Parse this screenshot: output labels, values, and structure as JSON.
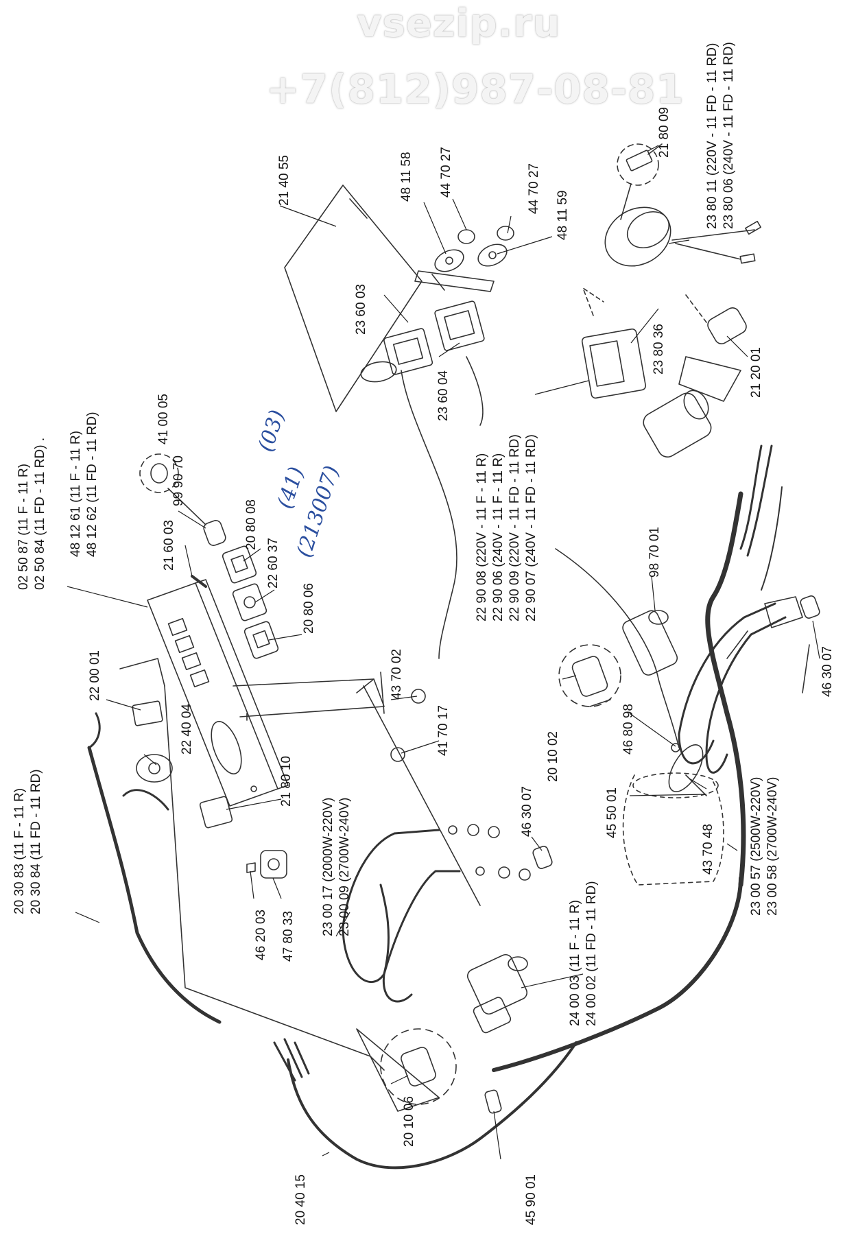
{
  "watermark": {
    "site": "vsezip.ru",
    "phone": "+7(812)987-08-81"
  },
  "labels": {
    "p2050": {
      "line1": "02 50 87 (11 F - 11 R)",
      "line2": "02 50 84 (11 FD - 11 RD) ."
    },
    "p4812": {
      "line1": "48 12 61 (11 F - 11 R)",
      "line2": "48 12 62 (11 FD - 11 RD)"
    },
    "p410005": "41 00 05",
    "p999070": "99 90 70",
    "p216003": "21 60 03",
    "p208008": "20 80 08",
    "p226037": "22 60 37",
    "p208006": "20 80 06",
    "p220001": "22 00 01",
    "p224004": "22 40 04",
    "p2030": {
      "line1": "20 30 83 (11 F - 11 R)",
      "line2": "20 30 84 (11 FD - 11 RD)"
    },
    "p218010": "21 80 10",
    "p462003": "46 20 03",
    "p478033": "47 80 33",
    "p2300a": {
      "line1": "23 00 17 (2000W-220V)",
      "line2": "23 00 09 (2700W-240V)"
    },
    "p437002": "43 70 02",
    "p417017": "41 70 17",
    "p463007a": "46 30 07",
    "p2400": {
      "line1": "24 00 03 (11 F - 11 R)",
      "line2": "24 00 02 (11 FD - 11 RD)"
    },
    "p201006": "20 10 06",
    "p204015": "20 40 15",
    "p459001": "45 90 01",
    "p214055": "21 40 55",
    "p236003": "23 60 03",
    "p481158": "48 11 58",
    "p447027a": "44 70 27",
    "p447027b": "44 70 27",
    "p481159": "48 11 59",
    "p236004": "23 60 04",
    "p2290": {
      "line1": "22 90 08 (220V - 11 F - 11 R)",
      "line2": "22 90 06 (240V - 11 F - 11 R)",
      "line3": "22 90 09 (220V - 11 FD - 11 RD)",
      "line4": "22 90 07 (240V - 11 FD - 11 RD)"
    },
    "p218009": "21 80 09",
    "p2380": {
      "line1": "23 80 11 (220V - 11 FD - 11 RD)",
      "line2": "23 80 06 (240V - 11 FD - 11 RD)"
    },
    "p238036": "23 80 36",
    "p212001": "21 20 01",
    "p987001": "98 70 01",
    "p201002": "20 10 02",
    "p468098": "46 80 98",
    "p455001": "45 50 01",
    "p437048": "43 70 48",
    "p2300b": {
      "line1": "23 00 57 (2500W-220V)",
      "line2": "23 00 58 (2700W-240V)"
    },
    "p463007b": "46 30 07"
  },
  "handwritten": {
    "h1": "(03)",
    "h2": "(41)",
    "h3": "(213007)"
  }
}
